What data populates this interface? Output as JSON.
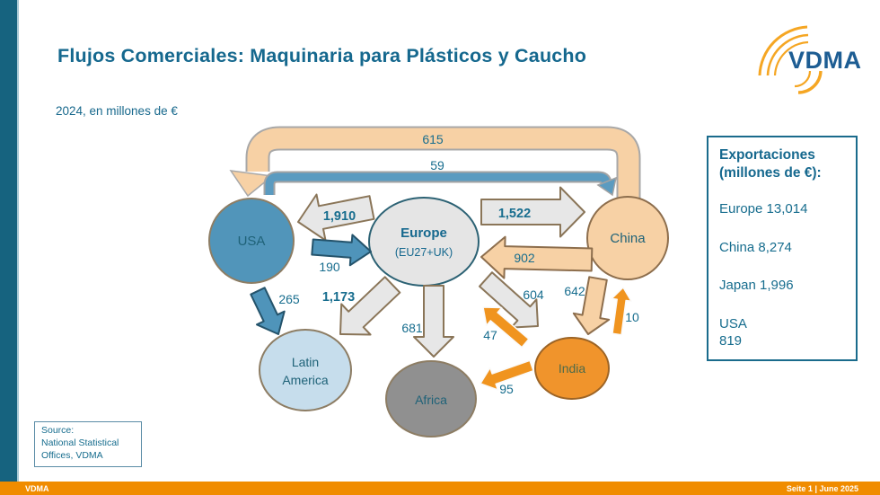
{
  "slide": {
    "title": "Flujos Comerciales: Maquinaria para Plásticos y Caucho",
    "subtitle": "2024, en millones de €"
  },
  "logo": {
    "text": "VDMA"
  },
  "diagram": {
    "nodes": [
      {
        "id": "usa",
        "label": "USA"
      },
      {
        "id": "europe",
        "label": "Europe",
        "sublabel": "(EU27+UK)"
      },
      {
        "id": "china",
        "label": "China"
      },
      {
        "id": "latam",
        "label_lines": [
          "Latin",
          "America"
        ]
      },
      {
        "id": "africa",
        "label": "Africa"
      },
      {
        "id": "india",
        "label": "India"
      }
    ],
    "flows": [
      {
        "id": "china-usa",
        "from": "China",
        "to": "USA",
        "value": "615"
      },
      {
        "id": "usa-china",
        "from": "USA",
        "to": "China",
        "value": "59"
      },
      {
        "id": "europe-usa",
        "from": "Europe",
        "to": "USA",
        "value": "1,910"
      },
      {
        "id": "usa-europe",
        "from": "USA",
        "to": "Europe",
        "value": "190"
      },
      {
        "id": "europe-china",
        "from": "Europe",
        "to": "China",
        "value": "1,522"
      },
      {
        "id": "china-europe",
        "from": "China",
        "to": "Europe",
        "value": "902"
      },
      {
        "id": "usa-latam",
        "from": "USA",
        "to": "Latin America",
        "value": "265"
      },
      {
        "id": "europe-latam",
        "from": "Europe",
        "to": "Latin America",
        "value": "1,173"
      },
      {
        "id": "europe-africa",
        "from": "Europe",
        "to": "Africa",
        "value": "681"
      },
      {
        "id": "europe-india",
        "from": "Europe",
        "to": "India",
        "value": "604"
      },
      {
        "id": "india-europe",
        "from": "India",
        "to": "Europe",
        "value": "47"
      },
      {
        "id": "china-india",
        "from": "China",
        "to": "India",
        "value": "642"
      },
      {
        "id": "india-china",
        "from": "India",
        "to": "China",
        "value": "10"
      },
      {
        "id": "india-africa",
        "from": "India",
        "to": "Africa",
        "value": "95"
      }
    ]
  },
  "export_box": {
    "title": "Exportaciones\n(millones de €):",
    "items": [
      "Europe 13,014",
      "China 8,274",
      "Japan 1,996",
      "USA\n819"
    ]
  },
  "source_box": {
    "text": "Source:\nNational Statistical\nOffices, VDMA"
  },
  "footer": {
    "left": "VDMA",
    "right": "Seite 1 | June 2025"
  },
  "colors": {
    "accent_teal": "#15688e",
    "accent_orange": "#f08c00",
    "peach": "#f7d1a5",
    "steel_blue": "#5195ba",
    "india_orange": "#f0942c"
  }
}
